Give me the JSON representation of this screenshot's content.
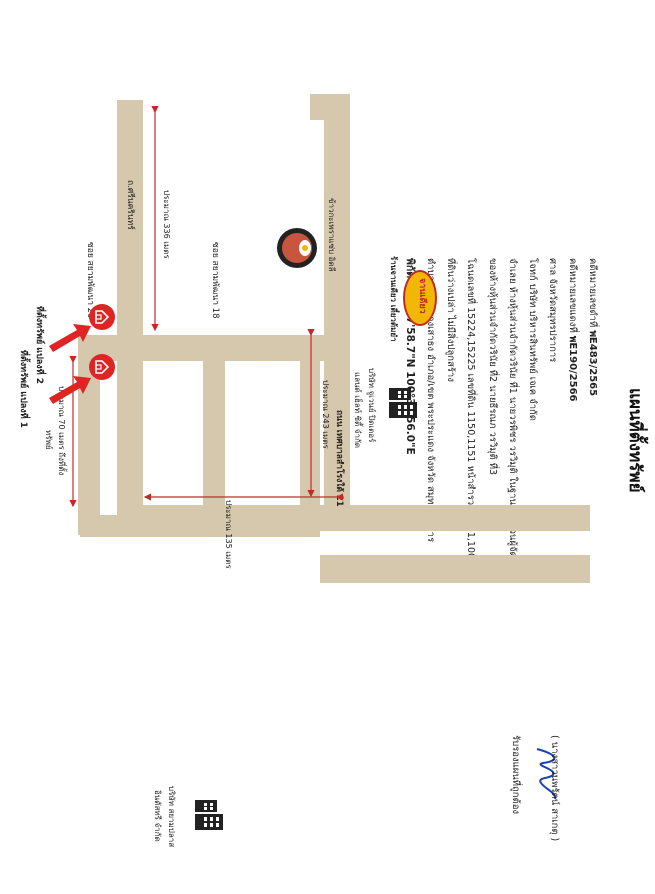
{
  "title": "แผนที่ตั้งทรัพย์",
  "info": {
    "line1_label": "คดีหมายเลขดำที่ ",
    "line1_value": "พE483/2565",
    "line2_label": "คดีหมายเลขแดงที่ ",
    "line2_value": "พE190/2566",
    "line3": "ศาล จังหวัดสมุทรปราการ",
    "line4": "โจทก์ บริษัท บริหารสินทรัพย์ เจเค จำกัด",
    "line5": "จำเลย ห้างหุ้นส่วนจำกัดวรินัย ที่1 นายวรพิชร วรวิมุติ ในฐานะหุ้นส่วนผู้จัดการ",
    "line6": "ของห้างหุ้นส่วนจำกัดวรินัย ที่2 นายธีรณภ วรวิมุติ ที่3",
    "line7": "โฉนดเลขที่ 15224,15225 เลขที่ดิน 1150,1151 หน้าสำรวจ 1001,1002",
    "line8": "ที่ดินว่างเปล่า ไม่มีสิ่งปลูกสร้าง",
    "line9": "ตำบล/แขวง บางเสาธง อำเภอ/เขต พระประแดง จังหวัด สมุทรปราการ",
    "coords": "พิกัด : 13°37'58.7\"N 100°32'56.0\"E"
  },
  "roads": {
    "r1": "ถ.ศรีนครินทร์",
    "r2": "ถนน เทศบาลสำโรงใต้ 21",
    "r3": "ซอย สยามพัฒนา 18",
    "r4": "ซอย สยามพัฒนา 20"
  },
  "distances": {
    "d1": "ประมาณ 336 เมตร",
    "d2": "ประมาณ 243 เมตร",
    "d3": "ประมาณ 135 เมตร",
    "d4_line1": "ประมาณ 70 เมตร ถึงที่ตั้ง",
    "d4_line2": "ทรัพย์"
  },
  "places": {
    "restaurant_label": "ร้านจานเดียว เตี๋ยวต้มยำ",
    "restaurant_logo": "จานเดียว",
    "company1_line1": "บริษัท จูเวนย์ ปิดเตอร์",
    "company1_line2": "แลนด์ เฮ็ลท์ ซิตี้ จำกัด",
    "company2_line1": "บริษัท สยามปลาส",
    "company2_line2": "อินดัสทรี จำกัด",
    "food_label": "ข้าวกะเพราแซ่บ อิดลี",
    "prop1": "ที่ตั้งทรัพย์ แปลงที่ 1",
    "prop2": "ที่ตั้งทรัพย์ แปลงที่ 2"
  },
  "certification": {
    "label": "รับรองแผนที่ถูกต้อง",
    "name": "( นางสาวนพรัตน์ สาเกตุ )"
  },
  "colors": {
    "road": "#d6c8ac",
    "marker": "#e02424",
    "dimension_line": "#c62828",
    "signature": "#1a3fb8"
  }
}
